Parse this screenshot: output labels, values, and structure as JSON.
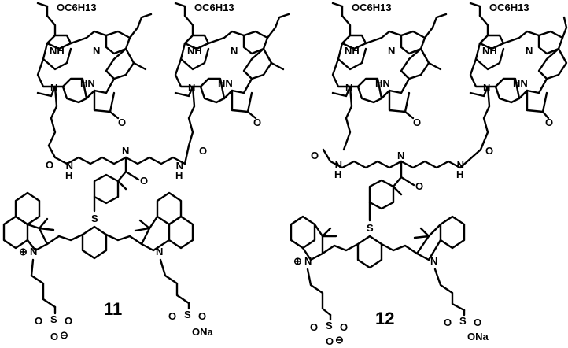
{
  "compound_left": {
    "number": "11",
    "chlorin_substituent": "OC6H13",
    "chlorin_atoms": [
      "NH",
      "N",
      "N",
      "HN",
      "O"
    ],
    "linker_atoms": [
      "O",
      "N",
      "H",
      "N",
      "N",
      "H",
      "O"
    ],
    "carbonyl_o": "O",
    "thioether": "S",
    "cyanine_atoms": [
      "N",
      "N"
    ],
    "cation": "⊕",
    "sulfonate_left": [
      "S",
      "O",
      "O",
      "O",
      "⊖"
    ],
    "sulfonate_right": [
      "S",
      "O",
      "O",
      "ONa"
    ]
  },
  "compound_right": {
    "number": "12",
    "chlorin_substituent": "OC6H13",
    "chlorin_atoms": [
      "NH",
      "N",
      "N",
      "HN",
      "O"
    ],
    "linker_atoms": [
      "O",
      "N",
      "H",
      "N",
      "N",
      "H",
      "O"
    ],
    "carbonyl_o": "O",
    "thioether": "S",
    "cyanine_atoms": [
      "N",
      "N"
    ],
    "cation": "⊕",
    "sulfonate_left": [
      "S",
      "O",
      "O",
      "O",
      "⊖"
    ],
    "sulfonate_right": [
      "S",
      "O",
      "O",
      "ONa"
    ]
  }
}
